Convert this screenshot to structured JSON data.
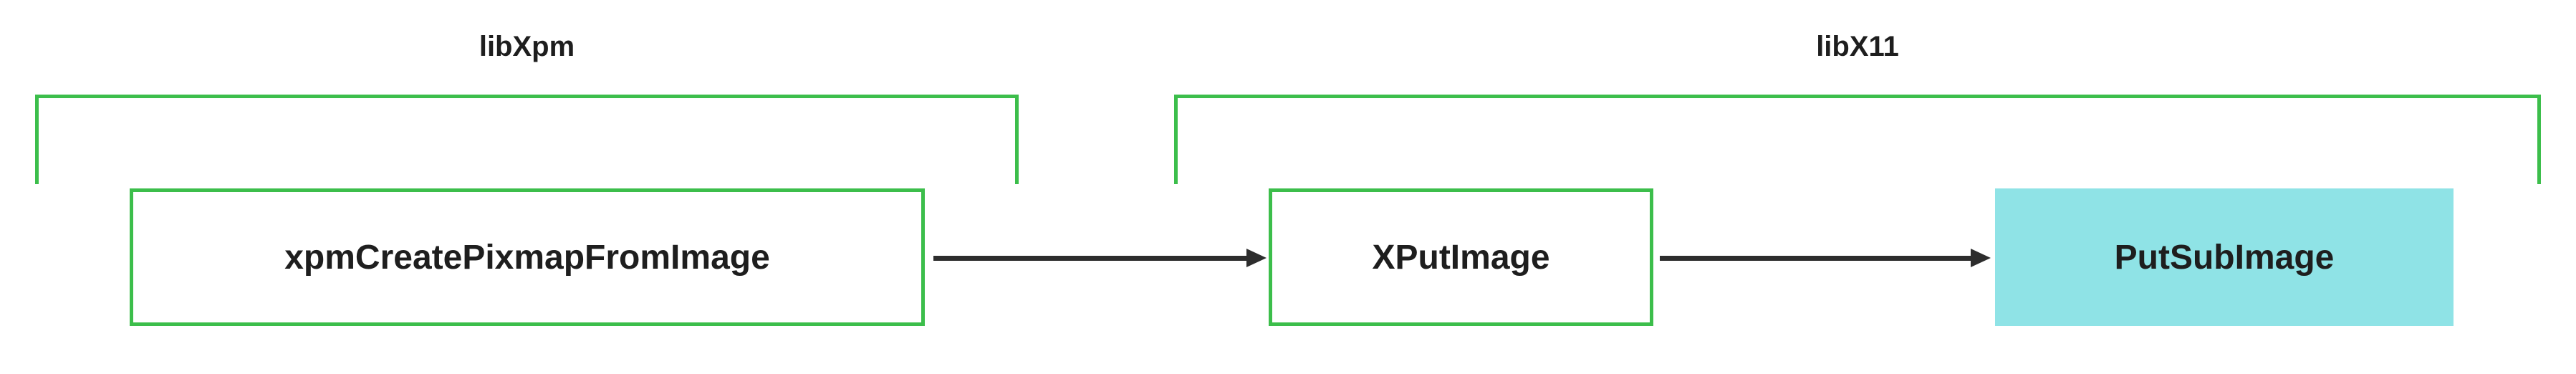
{
  "diagram": {
    "type": "flow",
    "background": "#ffffff",
    "colors": {
      "green": "#3cbe4b",
      "cyan": "#8fe3e6",
      "dark": "#2d2d2d",
      "text": "#1e1e1e"
    },
    "groups": [
      {
        "label": "libXpm",
        "contains": [
          "xpmCreatePixmapFromImage"
        ]
      },
      {
        "label": "libX11",
        "contains": [
          "XPutImage",
          "PutSubImage"
        ]
      }
    ],
    "nodes": [
      {
        "label": "xpmCreatePixmapFromImage",
        "style": "green-outline"
      },
      {
        "label": "XPutImage",
        "style": "green-outline"
      },
      {
        "label": "PutSubImage",
        "style": "cyan-fill"
      }
    ],
    "edges": [
      {
        "from": "xpmCreatePixmapFromImage",
        "to": "XPutImage"
      },
      {
        "from": "XPutImage",
        "to": "PutSubImage"
      }
    ]
  }
}
